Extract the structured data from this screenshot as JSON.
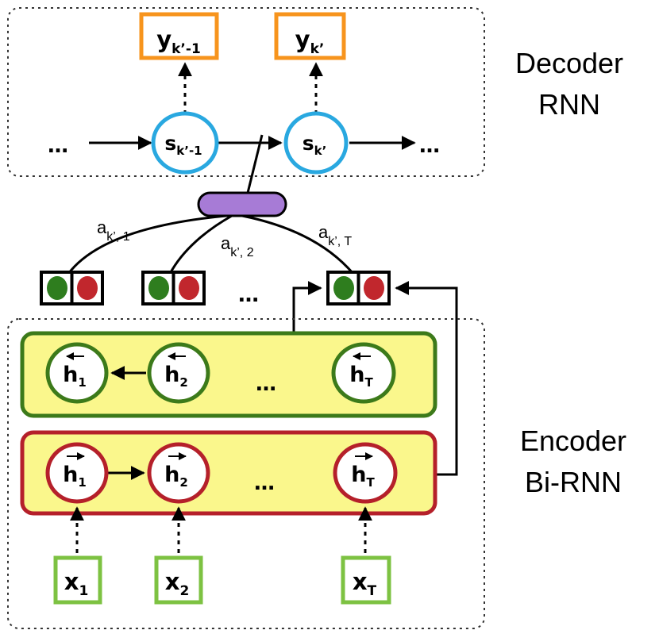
{
  "decoder": {
    "label_line1": "Decoder",
    "label_line2": "RNN",
    "outputs": [
      {
        "base": "y",
        "sub": "k’-1"
      },
      {
        "base": "y",
        "sub": "k’"
      }
    ],
    "states": [
      {
        "base": "s",
        "sub": "k’-1"
      },
      {
        "base": "s",
        "sub": "k’"
      }
    ],
    "ellipsis": "…",
    "colors": {
      "output_border": "#F7941D",
      "state_border": "#29A8E0"
    }
  },
  "attention": {
    "weights": [
      {
        "base": "a",
        "sub": "k’, 1"
      },
      {
        "base": "a",
        "sub": "k’, 2"
      },
      {
        "base": "a",
        "sub": "k’, T"
      }
    ],
    "ellipsis": "…",
    "colors": {
      "attention_node": "#A77BD6",
      "forward_dot": "#C1272D",
      "backward_dot": "#2E7D1E"
    }
  },
  "encoder": {
    "label_line1": "Encoder",
    "label_line2": "Bi-RNN",
    "backward_states": [
      {
        "base": "h",
        "sub": "1"
      },
      {
        "base": "h",
        "sub": "2"
      },
      {
        "base": "h",
        "sub": "T"
      }
    ],
    "forward_states": [
      {
        "base": "h",
        "sub": "1"
      },
      {
        "base": "h",
        "sub": "2"
      },
      {
        "base": "h",
        "sub": "T"
      }
    ],
    "inputs": [
      {
        "base": "x",
        "sub": "1"
      },
      {
        "base": "x",
        "sub": "2"
      },
      {
        "base": "x",
        "sub": "T"
      }
    ],
    "ellipsis": "…",
    "colors": {
      "layer_fill": "#FAF78C",
      "backward_border": "#3C7A1A",
      "forward_border": "#B5202A",
      "input_border": "#7DC242"
    }
  }
}
